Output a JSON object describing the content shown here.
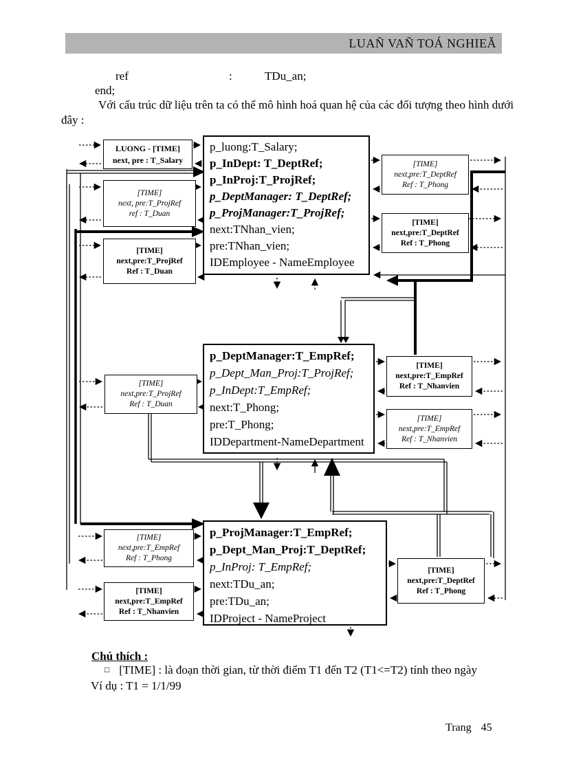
{
  "colors": {
    "header_bar": "#b3b3b3",
    "ink": "#000000"
  },
  "header": {
    "title": "LUAÑ VAÑ TOÁ NGHIEĂ"
  },
  "intro": {
    "ref_label": "ref",
    "ref_colon": ":",
    "ref_value": "TDu_an;",
    "end_line": "end;",
    "para_line1": "Với cấu trúc dữ liệu trên ta có thể mô hình hoá quan hệ của các đối tượng theo hình dưới",
    "para_line2": "đây :"
  },
  "diagram": {
    "employee": {
      "lines": [
        "p_luong:T_Salary;",
        "p_InDept: T_DeptRef;",
        "p_InProj:T_ProjRef;",
        "p_DeptManager: T_DeptRef;",
        "p_ProjManager:T_ProjRef;",
        "next:TNhan_vien;",
        "pre:TNhan_vien;",
        "IDEmployee - NameEmployee"
      ]
    },
    "department": {
      "lines": [
        "p_DeptManager:T_EmpRef;",
        "p_Dept_Man_Proj:T_ProjRef;",
        "p_InDept:T_EmpRef;",
        "next:T_Phong;",
        "pre:T_Phong;",
        "IDDepartment-NameDepartment"
      ]
    },
    "project": {
      "lines": [
        "p_ProjManager:T_EmpRef;",
        "p_Dept_Man_Proj:T_DeptRef;",
        "p_InProj: T_EmpRef;",
        "next:TDu_an;",
        "pre:TDu_an;",
        "IDProject - NameProject"
      ]
    },
    "left_boxes": [
      {
        "lines": [
          "LUONG - [TIME]",
          "next, pre : T_Salary",
          ""
        ]
      },
      {
        "lines": [
          "[TIME]",
          "next, pre:T_ProjRef",
          "ref : T_Duan"
        ]
      },
      {
        "lines": [
          "[TIME]",
          "next,pre:T_ProjRef",
          "Ref : T_Duan"
        ]
      },
      {
        "lines": [
          "[TIME]",
          "next,pre:T_ProjRef",
          "Ref : T_Duan"
        ]
      },
      {
        "lines": [
          "[TIME]",
          "next,pre:T_EmpRef",
          "Ref : T_Phong"
        ]
      },
      {
        "lines": [
          "[TIME]",
          "next,pre:T_EmpRef",
          "Ref : T_Nhanvien"
        ]
      }
    ],
    "right_boxes": [
      {
        "lines": [
          "[TIME]",
          "next,pre:T_DeptRef",
          "Ref : T_Phong"
        ]
      },
      {
        "lines": [
          "[TIME]",
          "next,pre:T_DeptRef",
          "Ref : T_Phong"
        ]
      },
      {
        "lines": [
          "[TIME]",
          "next,pre:T_EmpRef",
          "Ref : T_Nhanvien"
        ]
      },
      {
        "lines": [
          "[TIME]",
          "next,pre:T_EmpRef",
          "Ref : T_Nhanvien"
        ]
      },
      {
        "lines": [
          "[TIME]",
          "next,pre:T_DeptRef",
          "Ref : T_Phong"
        ]
      }
    ]
  },
  "legend": {
    "heading": "Chú thích :",
    "bullet": "□",
    "item": "[TIME] : là đoạn thời gian, từ thời điểm T1 đến T2 (T1<=T2) tính theo ngày",
    "example": "Ví dụ : T1 = 1/1/99"
  },
  "footer": {
    "page_label": "Trang",
    "page_number": "45"
  }
}
